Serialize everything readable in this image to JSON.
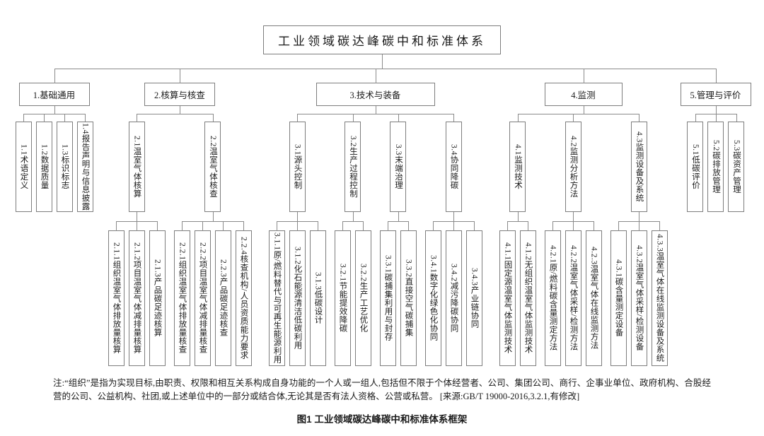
{
  "root": {
    "label": "工业领域碳达峰碳中和标准体系"
  },
  "groups": [
    {
      "label": "1.基础通用",
      "children": [
        {
          "label": "1.1术语定义"
        },
        {
          "label": "1.2数据质量"
        },
        {
          "label": "1.3标识标志"
        },
        {
          "label": "1.4报告声明与信息披露"
        }
      ]
    },
    {
      "label": "2.核算与核查",
      "children": [
        {
          "label": "2.1温室气体核算",
          "children": [
            {
              "label": "2.1.1组织温室气体排放量核算"
            },
            {
              "label": "2.1.2项目温室气体减排量核算"
            },
            {
              "label": "2.1.3产品碳足迹核算"
            }
          ]
        },
        {
          "label": "2.2温室气体核查",
          "children": [
            {
              "label": "2.2.1组织温室气体排放量核查"
            },
            {
              "label": "2.2.2项目温室气体减排量核查"
            },
            {
              "label": "2.2.3产品碳足迹核查"
            },
            {
              "label": "2.2.4核查机构/人员资质能力要求"
            }
          ]
        }
      ]
    },
    {
      "label": "3.技术与装备",
      "children": [
        {
          "label": "3.1源头控制",
          "children": [
            {
              "label": "3.1.1原/燃料替代与可再生能源利用"
            },
            {
              "label": "3.1.2化石能源清洁低碳利用"
            },
            {
              "label": "3.1.3低碳设计"
            }
          ]
        },
        {
          "label": "3.2生产过程控制",
          "children": [
            {
              "label": "3.2.1节能提效降碳"
            },
            {
              "label": "3.2.2生产工艺优化"
            }
          ]
        },
        {
          "label": "3.3末端治理",
          "children": [
            {
              "label": "3.3.1碳捕集利用与封存"
            },
            {
              "label": "3.3.2直接空气碳捕集"
            }
          ]
        },
        {
          "label": "3.4协同降碳",
          "children": [
            {
              "label": "3.4.1数字化绿色化协同"
            },
            {
              "label": "3.4.2减污降碳协同"
            },
            {
              "label": "3.4.3产业链协同"
            }
          ]
        }
      ]
    },
    {
      "label": "4.监测",
      "children": [
        {
          "label": "4.1监测技术",
          "children": [
            {
              "label": "4.1.1固定源温室气体监测技术"
            },
            {
              "label": "4.1.2无组织温室气体监测技术"
            }
          ]
        },
        {
          "label": "4.2监测分析方法",
          "children": [
            {
              "label": "4.2.1原/燃料碳含量测定方法"
            },
            {
              "label": "4.2.2温室气体采样/检测方法"
            },
            {
              "label": "4.2.3温室气体在线监测方法"
            }
          ]
        },
        {
          "label": "4.3监测设备及系统",
          "children": [
            {
              "label": "4.3.1碳含量测定设备"
            },
            {
              "label": "4.3.2温室气体采样/检测设备"
            },
            {
              "label": "4.3.3温室气体在线监测设备及系统"
            }
          ]
        }
      ]
    },
    {
      "label": "5.管理与评价",
      "children": [
        {
          "label": "5.1低碳评价"
        },
        {
          "label": "5.2碳排放管理"
        },
        {
          "label": "5.3碳资产管理"
        }
      ]
    }
  ],
  "note": "注:“组织”是指为实现目标,由职责、权限和相互关系构成自身功能的一个人或一组人,包括但不限于个体经营者、公司、集团公司、商行、企事业单位、政府机构、合股经营的公司、公益机构、社团,或上述单位中的一部分或结合体,无论其是否有法人资格、公营或私营。 [来源:GB/T 19000-2016,3.2.1,有修改]",
  "caption": "图1  工业领域碳达峰碳中和标准体系框架"
}
